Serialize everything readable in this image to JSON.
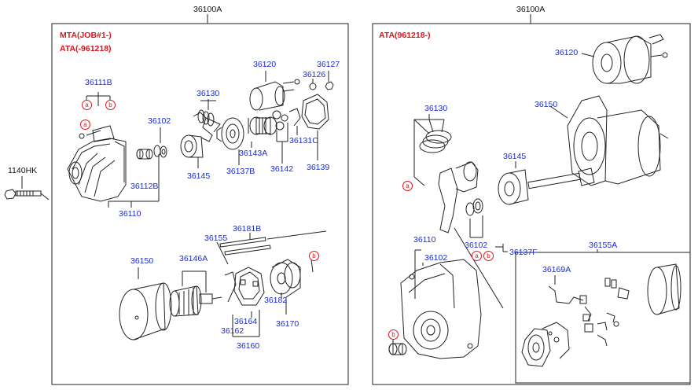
{
  "left_panel": {
    "title": "36100A",
    "notes": [
      "MTA(JOB#1-)",
      "ATA(-961218)"
    ],
    "part_labels": {
      "p36111B": "36111B",
      "p36102": "36102",
      "p36112B": "36112B",
      "p36110": "36110",
      "p36130": "36130",
      "p36120": "36120",
      "p36127": "36127",
      "p36126": "36126",
      "p36145": "36145",
      "p36137B": "36137B",
      "p36143A": "36143A",
      "p36131C": "36131C",
      "p36142": "36142",
      "p36139": "36139",
      "p36181B": "36181B",
      "p36155": "36155",
      "p36150": "36150",
      "p36146A": "36146A",
      "p36164": "36164",
      "p36162": "36162",
      "p36160": "36160",
      "p36182": "36182",
      "p36170": "36170"
    }
  },
  "outside_label": "1140HK",
  "right_panel": {
    "title": "36100A",
    "notes": [
      "ATA(961218-)"
    ],
    "part_labels": {
      "p36120": "36120",
      "p36150": "36150",
      "p36130": "36130",
      "p36145": "36145",
      "p36110": "36110",
      "p36102a": "36102",
      "p36102b": "36102",
      "p36137F": "36137F",
      "p36155A": "36155A",
      "p36169A": "36169A"
    }
  },
  "ref_marks": {
    "a": "a",
    "b": "b"
  }
}
